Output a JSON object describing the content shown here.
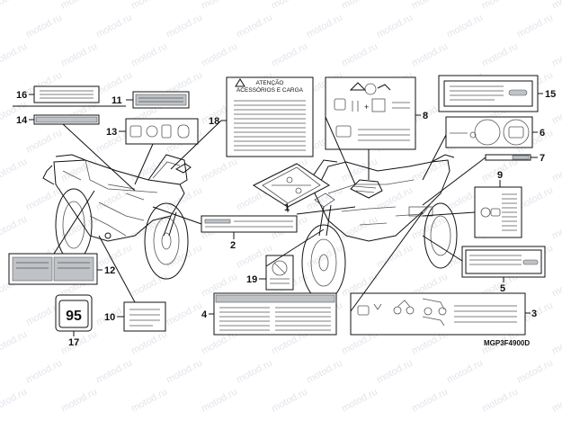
{
  "watermark": "motod.ru",
  "diagram_code": "MGP3F4900D",
  "callouts": [
    "1",
    "2",
    "3",
    "4",
    "5",
    "6",
    "7",
    "8",
    "9",
    "10",
    "11",
    "12",
    "13",
    "14",
    "15",
    "16",
    "17",
    "18",
    "19"
  ],
  "label_texts": {
    "warning_title": "ATENÇÃO",
    "warning_subtitle": "ACESSÓRIOS E CARGA",
    "number_plate": "95"
  },
  "colors": {
    "line": "#111111",
    "watermark": "#c9cfd9",
    "shade": "#bfc3c7"
  }
}
